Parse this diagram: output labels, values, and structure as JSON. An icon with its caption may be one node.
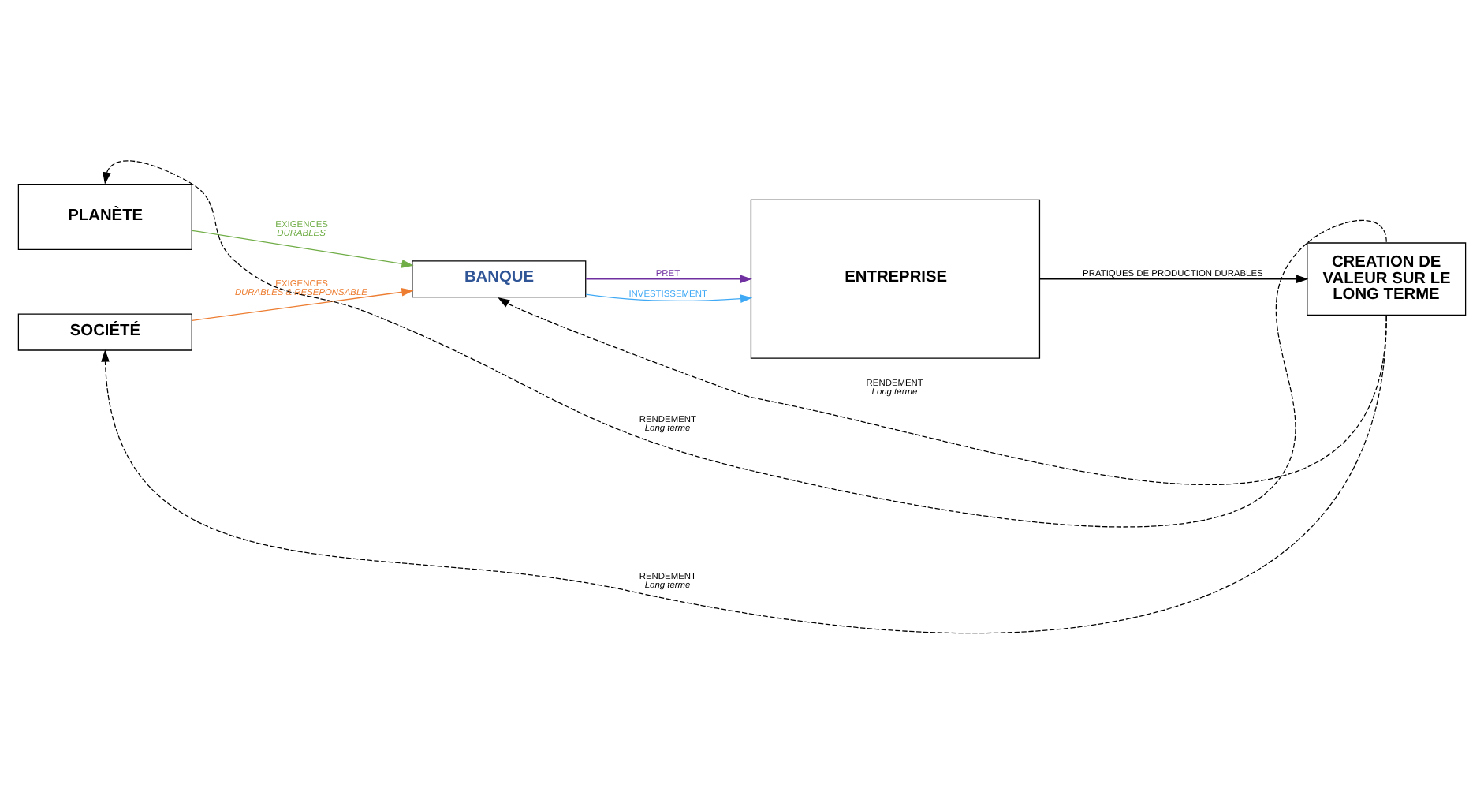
{
  "diagram": {
    "nodes": [
      {
        "text": [
          "PLANÈTE"
        ]
      },
      {
        "text": [
          "BANQUE"
        ]
      },
      {
        "text": [
          "SOCIÉTÉ"
        ]
      },
      {
        "text": [
          "ENTREPRISE"
        ]
      },
      {
        "text": [
          "CREATION DE VALEUR SUR LE LONG TERME"
        ]
      }
    ],
    "edges": [
      {
        "from": 0,
        "to": 1,
        "arrow": "to",
        "label": "EXIGENCES *DURABLES*",
        "color": "#70ad47"
      },
      {
        "from": 2,
        "to": 1,
        "arrow": "to",
        "label": "EXIGENCES *DURABLES & RESEPONSABLE*",
        "color": "#ed7d31"
      },
      {
        "from": 1,
        "to": 3,
        "arrow": "to",
        "label": "PRET",
        "color": "#7030a0"
      },
      {
        "from": 1,
        "to": 3,
        "arrow": "to",
        "label": "INVESTISSEMENT",
        "color": "#3fa9f5"
      },
      {
        "from": 3,
        "to": 4,
        "arrow": "to",
        "label": "PRATIQUES DE PRODUCTION DURABLES"
      },
      {
        "from": 4,
        "to": 0,
        "arrow": "to",
        "label": "RENDEMENT *Long terme*",
        "style": "dashed"
      },
      {
        "from": 4,
        "to": 1,
        "arrow": "to",
        "label": "RENDEMENT *Long terme*",
        "style": "dashed"
      },
      {
        "from": 4,
        "to": 2,
        "arrow": "to",
        "label": "RENDEMENT *Long terme*",
        "style": "dashed"
      }
    ]
  }
}
